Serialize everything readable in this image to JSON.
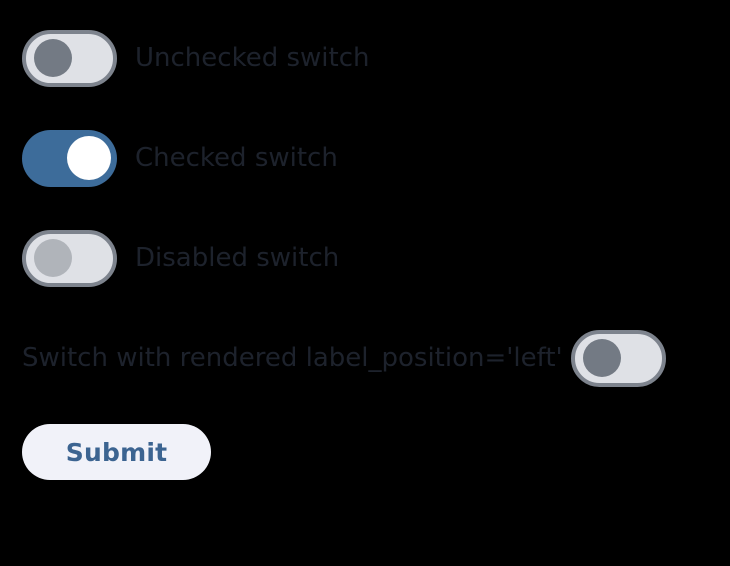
{
  "page": {
    "background_color": "#000000"
  },
  "form": {
    "switches": [
      {
        "label": "Unchecked switch",
        "checked": false,
        "disabled": false,
        "label_position": "right",
        "track_color": "#dfe1e6",
        "border_color": "#7d838d",
        "thumb_color": "#737a84",
        "label_color": "#1d222c"
      },
      {
        "label": "Checked switch",
        "checked": true,
        "disabled": false,
        "label_position": "right",
        "track_color": "#3d6c9a",
        "border_color": "#3d6c9a",
        "thumb_color": "#ffffff",
        "label_color": "#1d222c"
      },
      {
        "label": "Disabled switch",
        "checked": false,
        "disabled": true,
        "label_position": "right",
        "track_color": "#dfe1e6",
        "border_color": "#7d838d",
        "thumb_color": "#b0b4ba",
        "label_color": "#1d222c"
      },
      {
        "label": "Switch with rendered label_position='left'",
        "checked": false,
        "disabled": false,
        "label_position": "left",
        "track_color": "#dfe1e6",
        "border_color": "#7d838d",
        "thumb_color": "#737a84",
        "label_color": "#1d222c"
      }
    ],
    "submit": {
      "label": "Submit",
      "background_color": "#f1f2f9",
      "text_color": "#3c6491"
    }
  }
}
